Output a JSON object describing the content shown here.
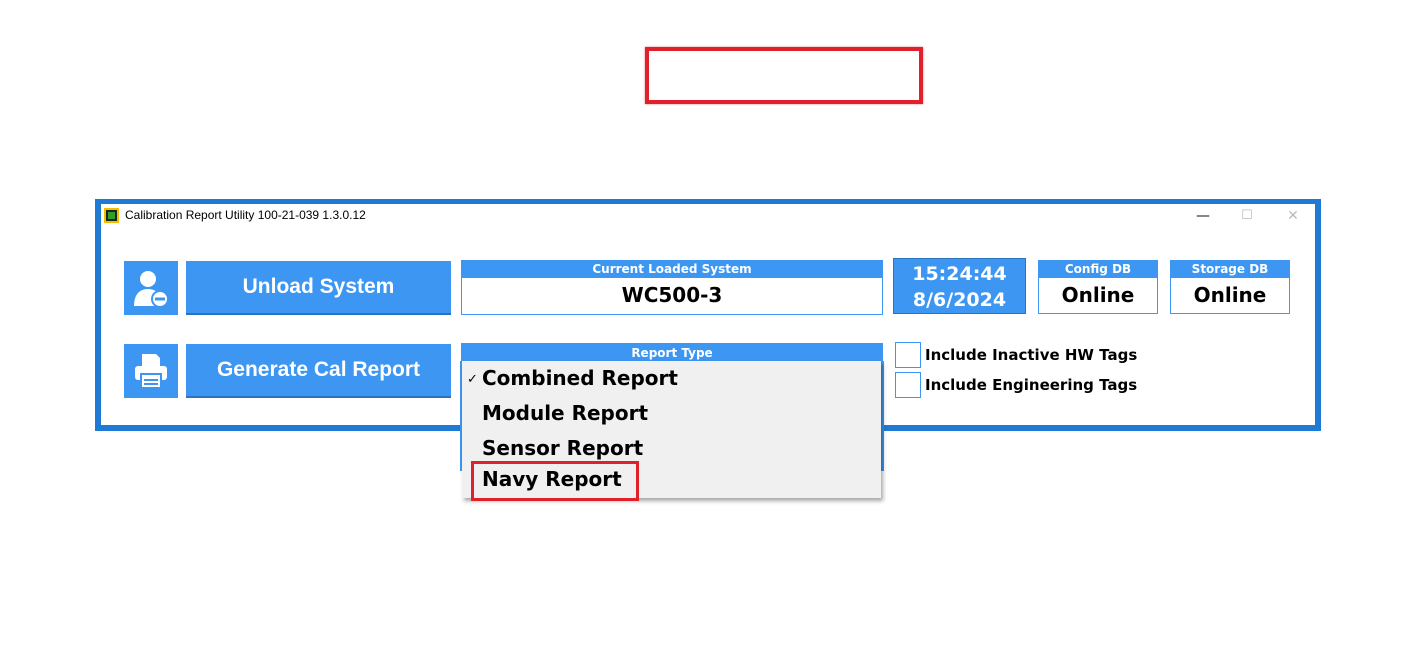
{
  "window": {
    "title": "Calibration Report Utility 100-21-039 1.3.0.12",
    "controls": {
      "minimize": "—",
      "maximize": "☐",
      "close": "✕"
    }
  },
  "toolbar": {
    "unload_label": "Unload System",
    "generate_label": "Generate Cal Report"
  },
  "loaded_system": {
    "header": "Current Loaded System",
    "value": "WC500-3"
  },
  "clock": {
    "time": "15:24:44",
    "date": "8/6/2024"
  },
  "config_db": {
    "header": "Config DB",
    "status": "Online"
  },
  "storage_db": {
    "header": "Storage DB",
    "status": "Online"
  },
  "report_type": {
    "header": "Report Type",
    "selected_mark": "✓",
    "options": [
      "Combined Report",
      "Module Report",
      "Sensor Report",
      "Navy Report"
    ],
    "selected_index": 0,
    "highlighted_option": "Navy Report"
  },
  "options": {
    "include_inactive_hw_tags": "Include Inactive HW Tags",
    "include_engineering_tags": "Include Engineering Tags"
  },
  "colors": {
    "accent": "#3d97f2",
    "window_border": "#1f7ad6",
    "annotation": "#e0202b",
    "menu_bg": "#f0f0f0"
  },
  "icons": {
    "unload": "user-remove-icon",
    "generate": "printer-icon",
    "app": "app-icon"
  }
}
